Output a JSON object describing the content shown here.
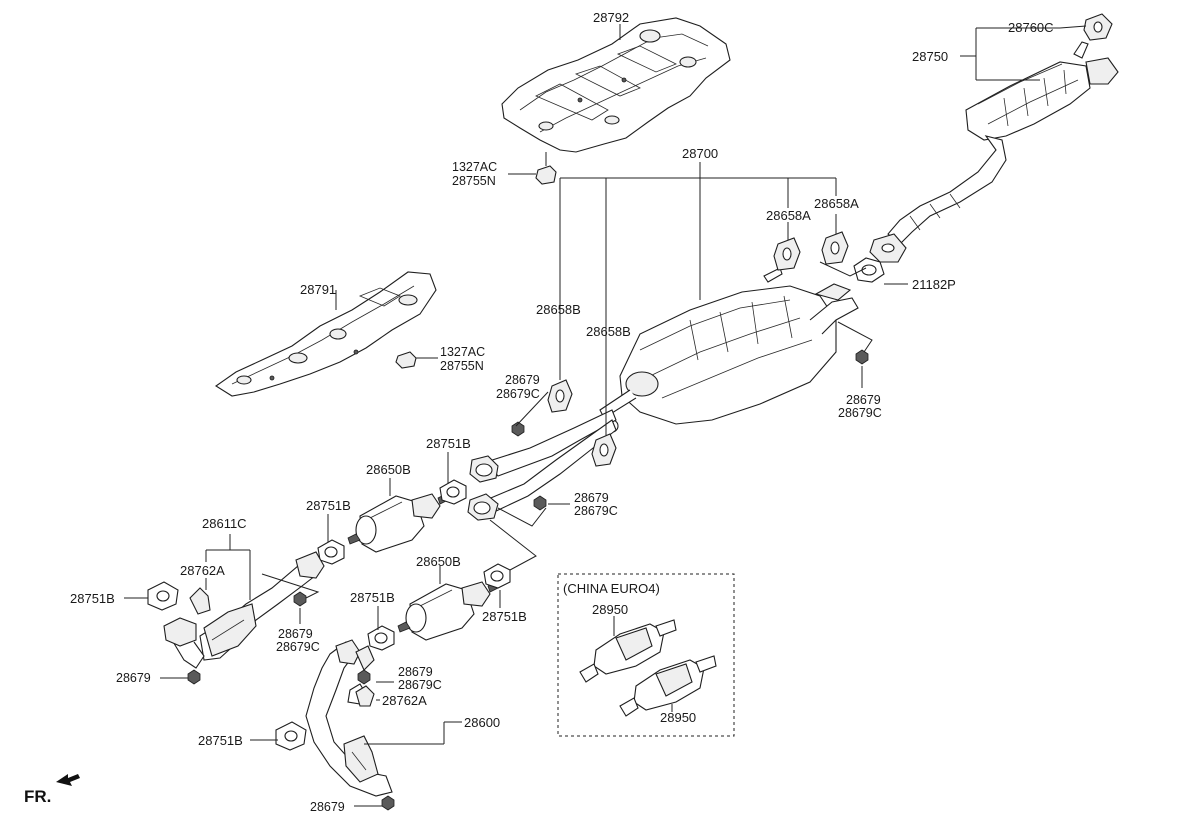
{
  "diagram": {
    "fr_label": "FR.",
    "labels": {
      "p28792": "28792",
      "p1327ac_a": "1327AC",
      "p28755n_a": "28755N",
      "p28791": "28791",
      "p1327ac_b": "1327AC",
      "p28755n_b": "28755N",
      "p28700": "28700",
      "p28658a_a": "28658A",
      "p28658a_b": "28658A",
      "p28658b_a": "28658B",
      "p28658b_b": "28658B",
      "p21182p": "21182P",
      "p28760c": "28760C",
      "p28750": "28750",
      "p28679_a": "28679",
      "p28679c_a": "28679C",
      "p28679_b": "28679",
      "p28679c_b": "28679C",
      "p28751b_a": "28751B",
      "p28650b_a": "28650B",
      "p28679_c": "28679",
      "p28679c_c": "28679C",
      "p28611c": "28611C",
      "p28751b_b": "28751B",
      "p28762a_a": "28762A",
      "p28751b_c": "28751B",
      "p28679_d": "28679",
      "p28679c_d": "28679C",
      "p28650b_b": "28650B",
      "p28751b_d": "28751B",
      "p28751b_e": "28751B",
      "p28679_e": "28679",
      "p28679_f": "28679",
      "p28679c_f": "28679C",
      "p28762a_b": "28762A",
      "p28600": "28600",
      "p28751b_f": "28751B",
      "p28679_g": "28679",
      "china_title": "(CHINA EURO4)",
      "p28950_a": "28950",
      "p28950_b": "28950"
    }
  }
}
